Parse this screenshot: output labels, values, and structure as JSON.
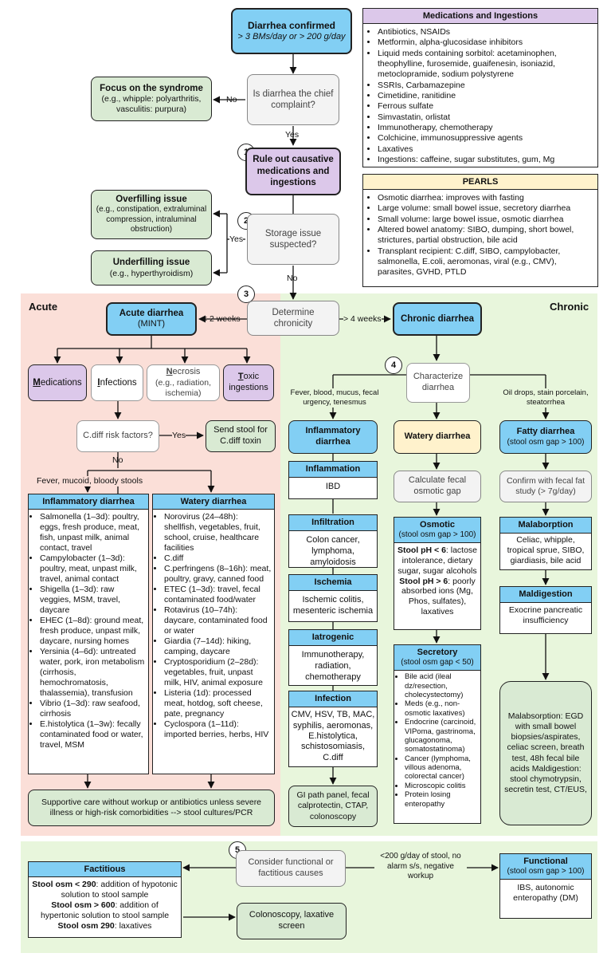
{
  "top": {
    "confirmed_title": "Diarrhea confirmed",
    "confirmed_sub": "> 3 BMs/day or > 200 g/day",
    "chief_question": "Is diarrhea the chief complaint?",
    "focus_title": "Focus on the syndrome",
    "focus_body": "(e.g., whipple: polyarthritis, vasculitis: purpura)",
    "no_label": "No",
    "yes_label": "Yes",
    "step1": "1",
    "rule_out": "Rule out causative medications and ingestions",
    "step2": "2",
    "storage_question": "Storage issue suspected?",
    "overfill_title": "Overfilling issue",
    "overfill_body": "(e.g., constipation, extraluminal compression, intraluminal obstruction)",
    "underfill_title": "Underfilling issue",
    "underfill_body": "(e.g., hyperthyroidism)",
    "yes2_label": "Yes",
    "no2_label": "No"
  },
  "medications": {
    "title": "Medications and Ingestions",
    "items": [
      "Antibiotics, NSAIDs",
      "Metformin, alpha-glucosidase inhibitors",
      "Liquid meds containing sorbitol: acetaminophen, theophylline, furosemide, guaifenesin, isoniazid, metoclopramide, sodium polystyrene",
      "SSRIs, Carbamazepine",
      "Cimetidine, ranitidine",
      "Ferrous sulfate",
      "Simvastatin, orlistat",
      "Immunotherapy, chemotherapy",
      "Colchicine, immunosuppressive agents",
      "Laxatives",
      "Ingestions: caffeine, sugar substitutes, gum, Mg"
    ]
  },
  "pearls": {
    "title": "PEARLS",
    "items": [
      "Osmotic diarrhea: improves with fasting",
      "Large volume: small bowel issue, secretory diarrhea",
      "Small volume: large bowel issue, osmotic diarrhea",
      "Altered bowel anatomy: SIBO, dumping, short bowel, strictures, partial obstruction, bile acid",
      "Transplant recipient: C.diff, SIBO, campylobacter, salmonella, E.coli, aeromonas, viral (e.g., CMV), parasites, GVHD, PTLD"
    ]
  },
  "chronicity": {
    "step3": "3",
    "acute_region": "Acute",
    "chronic_region": "Chronic",
    "determine": "Determine chronicity",
    "lt2": "< 2 weeks",
    "gt4": "> 4 weeks",
    "acute_title": "Acute diarrhea",
    "acute_sub": "(MINT)",
    "chronic_title": "Chronic diarrhea"
  },
  "acute": {
    "mint": [
      {
        "first": "M",
        "rest": "edications",
        "sub": ""
      },
      {
        "first": "I",
        "rest": "nfections",
        "sub": ""
      },
      {
        "first": "N",
        "rest": "ecrosis",
        "sub": "(e.g., radiation, ischemia)"
      },
      {
        "first": "T",
        "rest": "oxic",
        "sub": "ingestions"
      }
    ],
    "cdiff_question": "C.diff risk factors?",
    "yes_label": "Yes",
    "no_label": "No",
    "send_stool": "Send stool for C.diff toxin",
    "fever_label": "Fever, mucoid, bloody stools",
    "inflammatory": {
      "title": "Inflammatory diarrhea",
      "items": [
        "Salmonella (1–3d): poultry, eggs, fresh produce, meat, fish, unpast milk, animal contact, travel",
        "Campylobacter (1–3d): poultry, meat, unpast milk, travel, animal contact",
        "Shigella (1–3d): raw veggies, MSM, travel, daycare",
        "EHEC (1–8d): ground meat, fresh produce, unpast milk, daycare, nursing homes",
        "Yersinia (4–6d): untreated water, pork, iron metabolism (cirrhosis, hemochromatosis, thalassemia), transfusion",
        "Vibrio (1–3d): raw seafood, cirrhosis",
        "E.histolytica (1–3w): fecally contaminated food or water, travel, MSM"
      ]
    },
    "watery": {
      "title": "Watery diarrhea",
      "items": [
        "Norovirus (24–48h): shellfish, vegetables, fruit, school, cruise, healthcare facilities",
        "C.diff",
        "C.perfringens (8–16h): meat, poultry, gravy, canned food",
        "ETEC (1–3d): travel, fecal contaminated food/water",
        "Rotavirus (10–74h): daycare, contaminated food or water",
        "Giardia (7–14d): hiking, camping, daycare",
        "Cryptosporidium (2–28d): vegetables, fruit, unpast milk, HIV, animal exposure",
        "Listeria (1d): processed meat, hotdog, soft cheese, pate, pregnancy",
        "Cyclospora (1–11d): imported berries, herbs, HIV"
      ]
    },
    "supportive": "Supportive care without workup or antibiotics unless severe illness or high-risk comorbidities --> stool cultures/PCR"
  },
  "chronic": {
    "step4": "4",
    "characterize": "Characterize diarrhea",
    "left_label": "Fever, blood, mucus, fecal urgency, tenesmus",
    "right_label": "Oil drops, stain porcelain, steatorrhea",
    "inflammatory_title": "Inflammatory diarrhea",
    "watery_title": "Watery diarrhea",
    "fatty_title": "Fatty diarrhea",
    "fatty_sub": "(stool osm gap > 100)",
    "inflam_stack": [
      {
        "head": "Inflammation",
        "body": "IBD"
      },
      {
        "head": "Infiltration",
        "body": "Colon cancer, lymphoma, amyloidosis"
      },
      {
        "head": "Ischemia",
        "body": "Ischemic colitis, mesenteric ischemia"
      },
      {
        "head": "Iatrogenic",
        "body": "Immunotherapy, radiation, chemotherapy"
      },
      {
        "head": "Infection",
        "body": "CMV, HSV, TB, MAC, syphilis, aeromonas, E.histolytica, schistosomiasis, C.diff"
      }
    ],
    "gi_panel": "GI path panel, fecal calprotectin, CTAP, colonoscopy",
    "calc_gap": "Calculate fecal osmotic gap",
    "osmotic_head": "Osmotic",
    "osmotic_sub": "(stool osm gap > 100)",
    "osmotic_ph_lt_label": "Stool pH < 6",
    "osmotic_ph_lt_text": ": lactose intolerance, dietary sugar, sugar alcohols",
    "osmotic_ph_gt_label": "Stool pH > 6",
    "osmotic_ph_gt_text": ": poorly absorbed ions (Mg, Phos, sulfates), laxatives",
    "secretory_head": "Secretory",
    "secretory_sub": "(stool osm gap < 50)",
    "secretory_items": [
      "Bile acid (ileal dz/resection, cholecystectomy)",
      "Meds (e.g., non-osmotic laxatives)",
      "Endocrine (carcinoid, VIPoma, gastrinoma, glucagonoma, somatostatinoma)",
      "Cancer (lymphoma, villous adenoma, colorectal cancer)",
      "Microscopic colitis",
      "Protein losing enteropathy"
    ],
    "confirm_fat": "Confirm with fecal fat study (> 7g/day)",
    "malabsorption_head": "Malaborption",
    "malabsorption_body": "Celiac, whipple, tropical sprue, SIBO, giardiasis, bile acid",
    "maldigestion_head": "Maldigestion",
    "maldigestion_body": "Exocrine pancreatic insufficiency",
    "fatty_workup": "Malabsorption: EGD with small bowel biopsies/aspirates, celiac screen, breath test, 48h fecal bile acids Maldigestion: stool chymotrypsin, secretin test, CT/EUS,"
  },
  "bottom": {
    "step5": "5",
    "consider": "Consider functional or factitious causes",
    "criteria": "<200 g/day of stool, no alarm s/s, negative workup",
    "factitious_title": "Factitious",
    "fact_1_label": "Stool osm < 290",
    "fact_1_text": ": addition of hypotonic solution to stool sample",
    "fact_2_label": "Stool osm > 600",
    "fact_2_text": ": addition of hypertonic solution to stool sample",
    "fact_3_label": "Stool osm 290",
    "fact_3_text": ": laxatives",
    "colonoscopy": "Colonoscopy, laxative screen",
    "functional_title": "Functional",
    "functional_sub": "(stool osm gap > 100)",
    "functional_body": "IBS, autonomic enteropathy (DM)"
  }
}
